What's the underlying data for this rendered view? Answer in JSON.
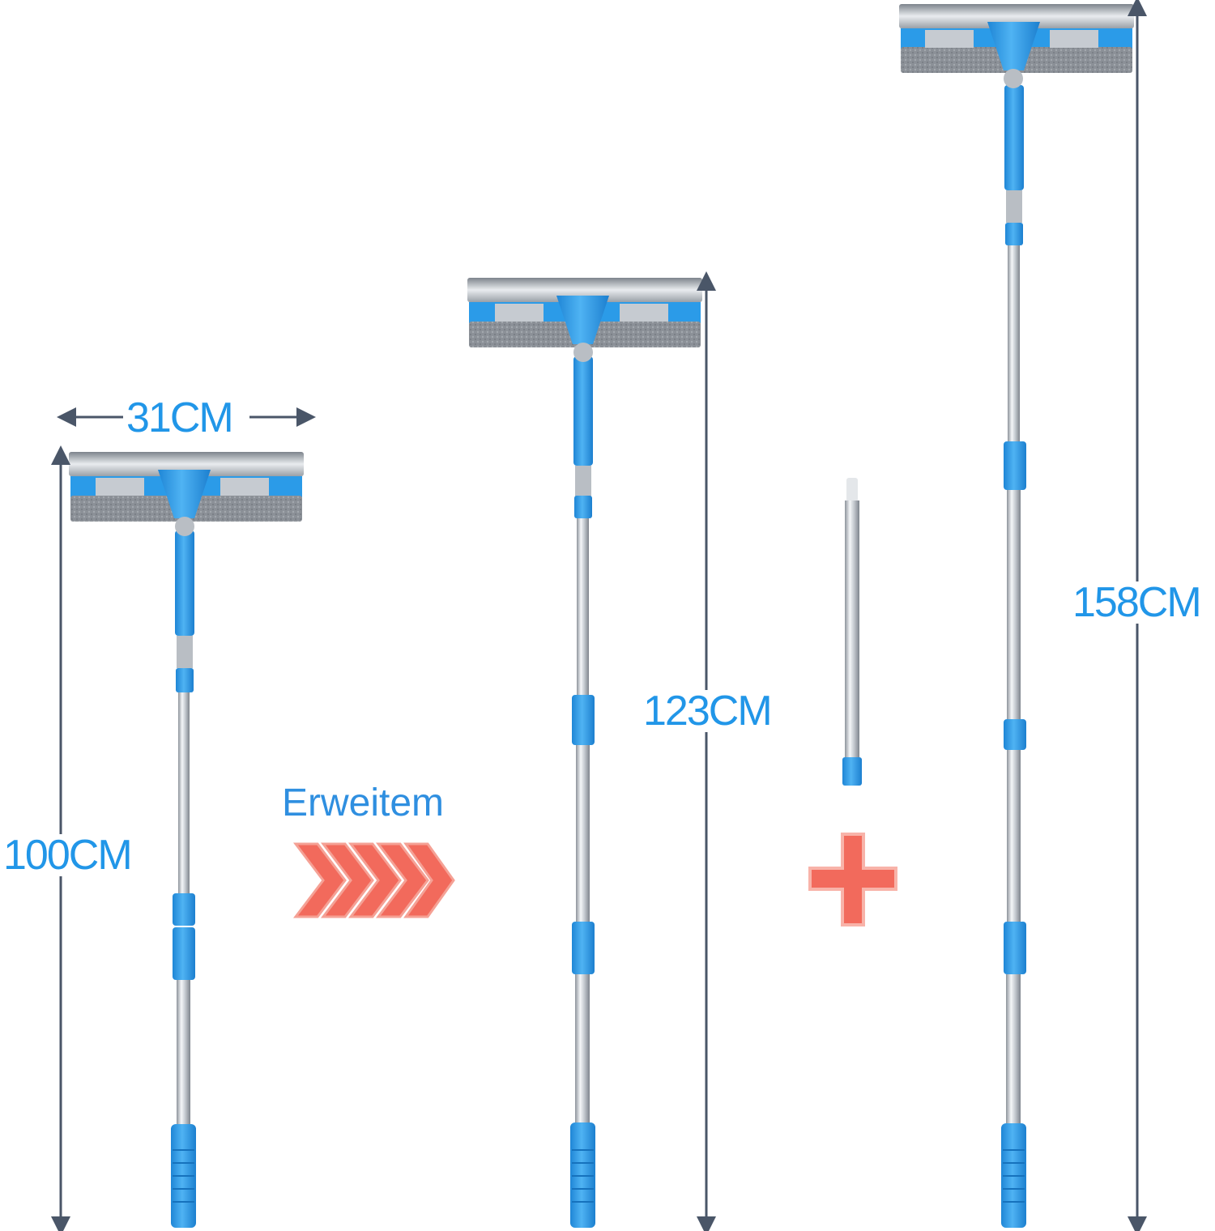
{
  "product": {
    "name": "window-squeegee-telescopic",
    "variants": [
      {
        "id": "short",
        "length_label": "100CM"
      },
      {
        "id": "medium",
        "length_label": "123CM"
      },
      {
        "id": "long",
        "length_label": "158CM"
      }
    ],
    "head_width_label": "31CM"
  },
  "callouts": {
    "extend_label": "Erweitem"
  },
  "colors": {
    "brand_blue": "#2b9be8",
    "label_blue": "#2196e8",
    "arrow_red": "#f26a5c",
    "dimension_line": "#4a5668",
    "steel": "#c7ccd3",
    "pad_gray": "#8a8f96"
  },
  "icons": {
    "extend_arrows": "chevrons-right-icon",
    "add_extension": "plus-icon"
  }
}
